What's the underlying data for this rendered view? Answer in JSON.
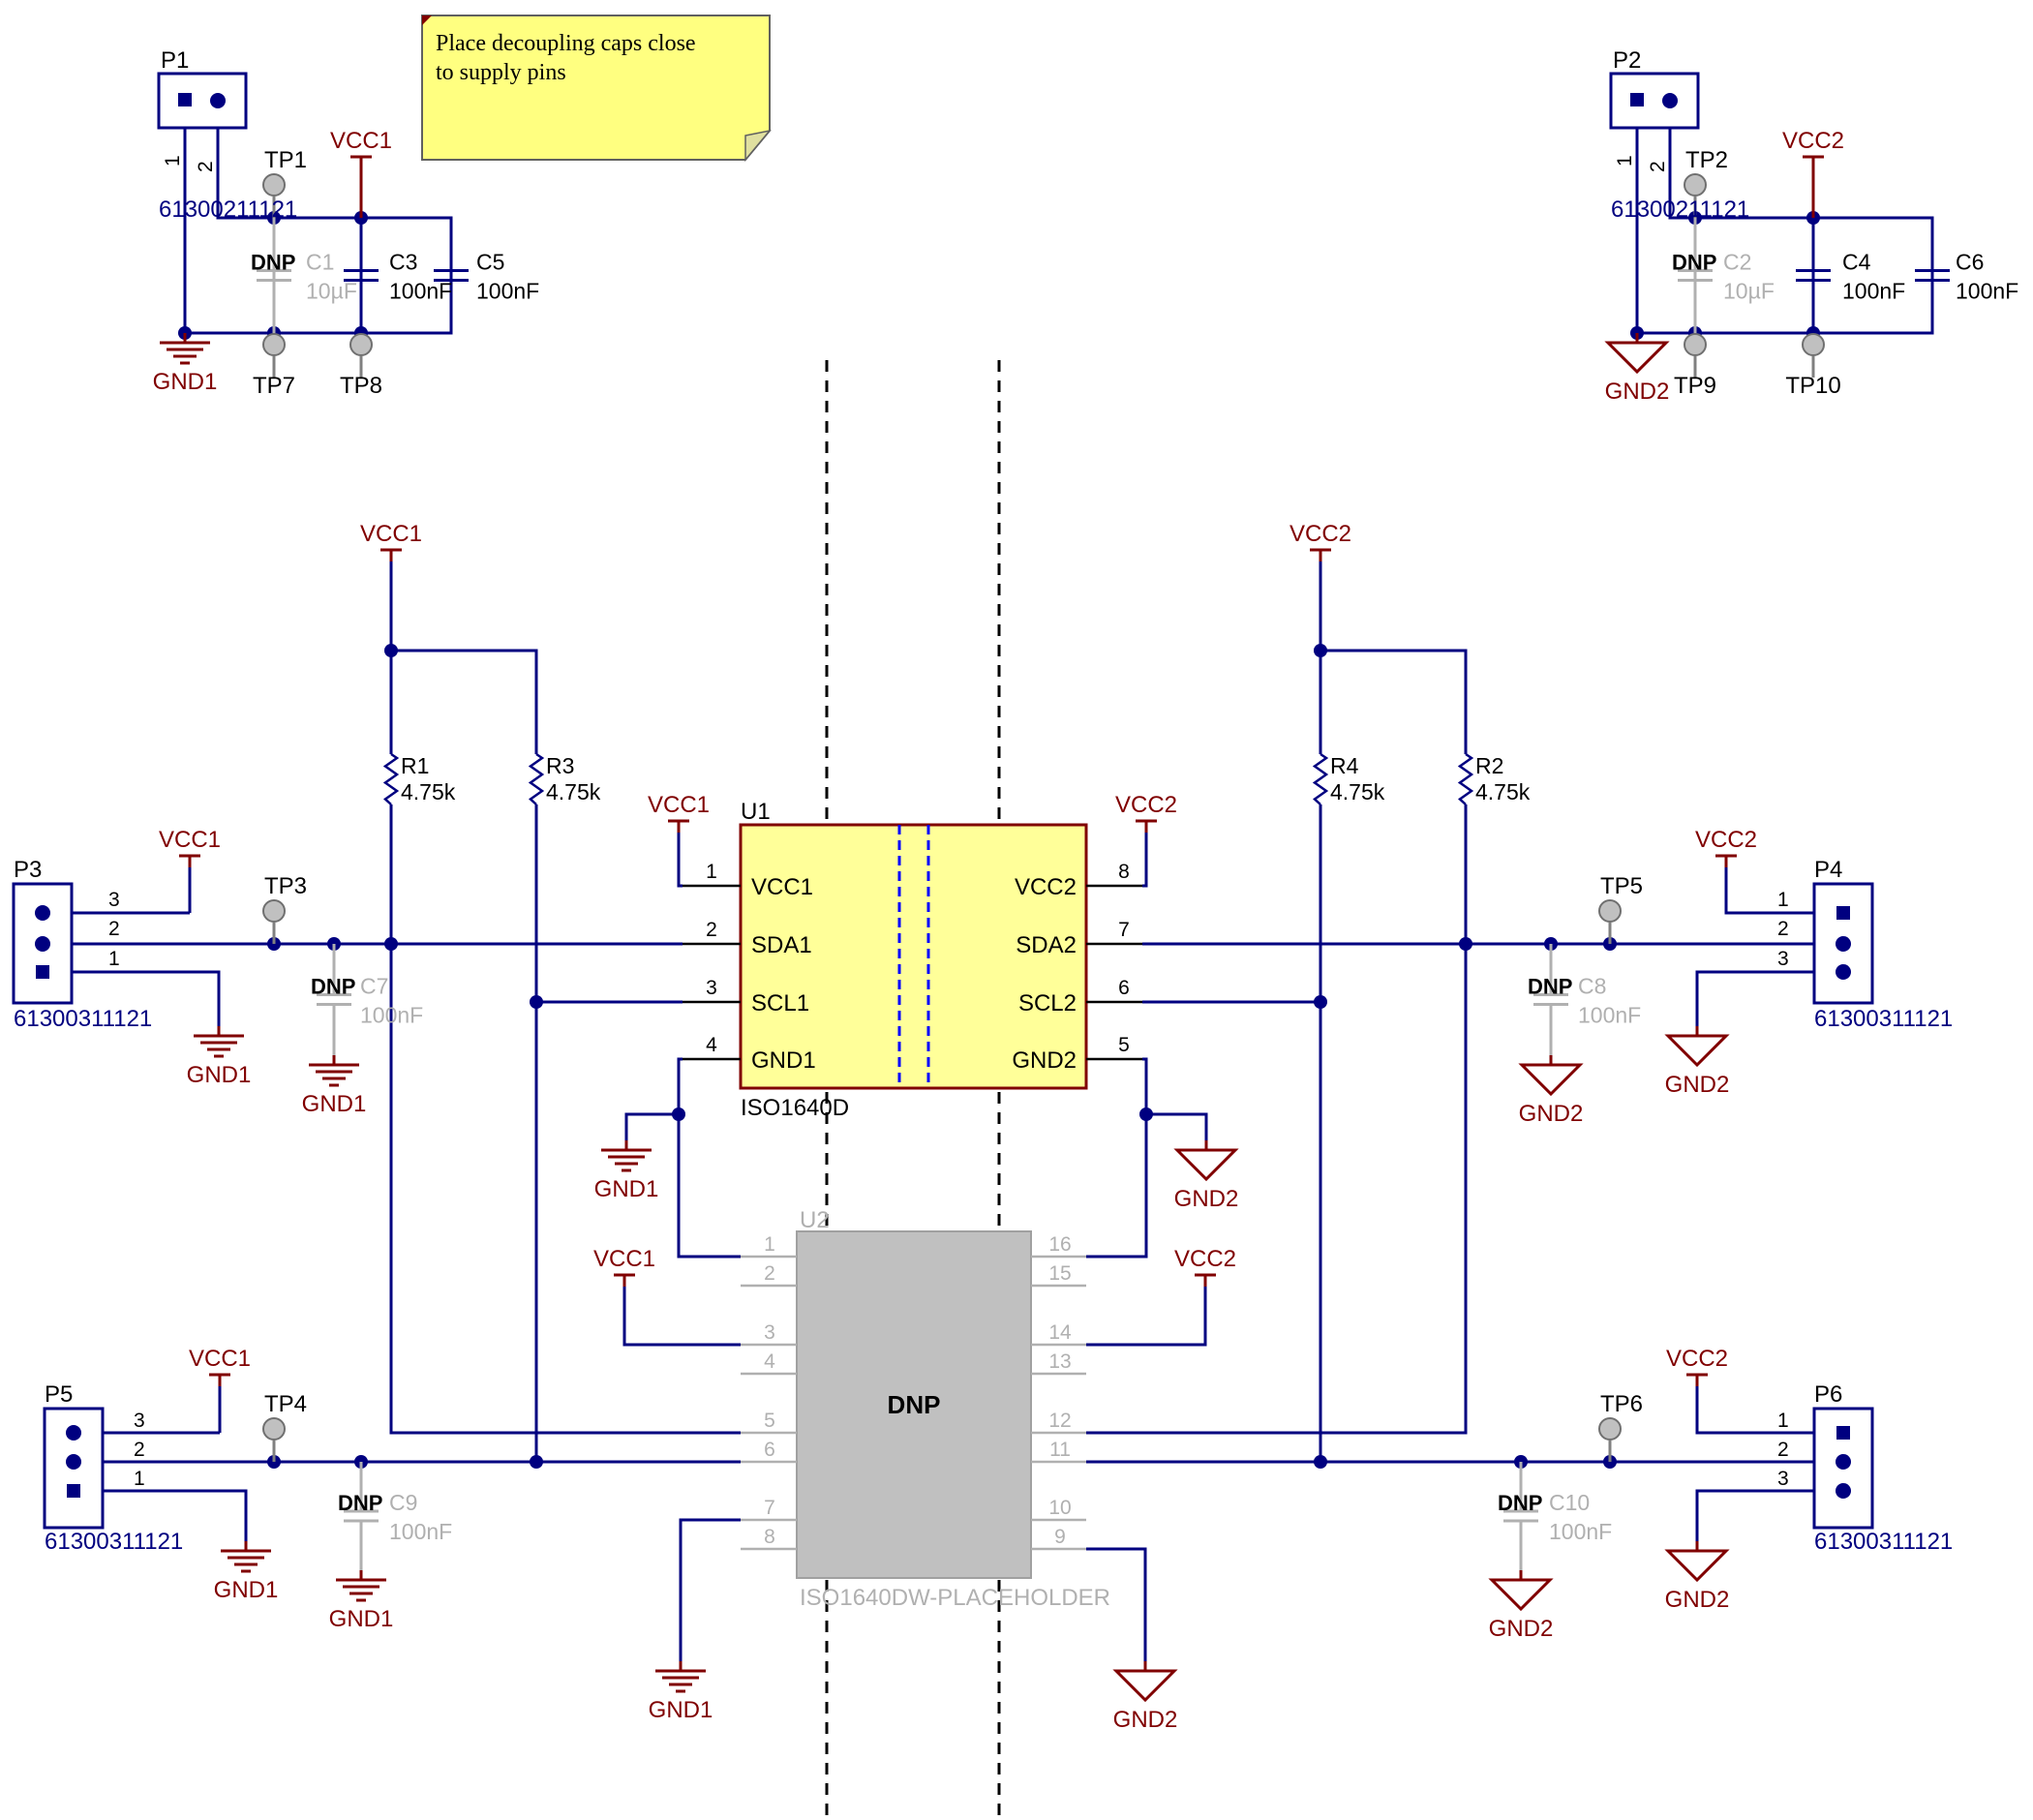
{
  "note": {
    "line1": "Place decoupling caps close",
    "line2": "to supply pins"
  },
  "power": {
    "vcc1": "VCC1",
    "vcc2": "VCC2",
    "gnd1": "GND1",
    "gnd2": "GND2"
  },
  "dnp": "DNP",
  "partnumbers": {
    "two_pin": "61300211121",
    "three_pin": "61300311121"
  },
  "connectors": {
    "p1": "P1",
    "p2": "P2",
    "p3": "P3",
    "p4": "P4",
    "p5": "P5",
    "p6": "P6"
  },
  "testpoints": {
    "tp1": "TP1",
    "tp2": "TP2",
    "tp3": "TP3",
    "tp4": "TP4",
    "tp5": "TP5",
    "tp6": "TP6",
    "tp7": "TP7",
    "tp8": "TP8",
    "tp9": "TP9",
    "tp10": "TP10"
  },
  "capacitors": {
    "c1": "C1",
    "c2": "C2",
    "c3": "C3",
    "c4": "C4",
    "c5": "C5",
    "c6": "C6",
    "c7": "C7",
    "c8": "C8",
    "c9": "C9",
    "c10": "C10",
    "v10u": "10µF",
    "v100n": "100nF"
  },
  "resistors": {
    "r1": "R1",
    "r2": "R2",
    "r3": "R3",
    "r4": "R4",
    "value": "4.75k"
  },
  "u1": {
    "ref": "U1",
    "part": "ISO1640D",
    "pins_left": [
      "VCC1",
      "SDA1",
      "SCL1",
      "GND1"
    ],
    "pins_right": [
      "VCC2",
      "SDA2",
      "SCL2",
      "GND2"
    ],
    "pin_numbers": [
      "1",
      "2",
      "3",
      "4",
      "5",
      "6",
      "7",
      "8"
    ]
  },
  "u2": {
    "ref": "U2",
    "part": "ISO1640DW-PLACEHOLDER",
    "body_label": "DNP",
    "pin_numbers": [
      "1",
      "2",
      "3",
      "4",
      "5",
      "6",
      "7",
      "8",
      "9",
      "10",
      "11",
      "12",
      "13",
      "14",
      "15",
      "16"
    ]
  },
  "colors": {
    "wire": "#000080",
    "component": "#000080",
    "power": "#800000",
    "part_body": "#ffff99",
    "placeholder_body": "#c0c0c0",
    "dnp_text": "#b0b0b0",
    "testpoint": "#c0c0c0",
    "note": "#ffff80"
  }
}
